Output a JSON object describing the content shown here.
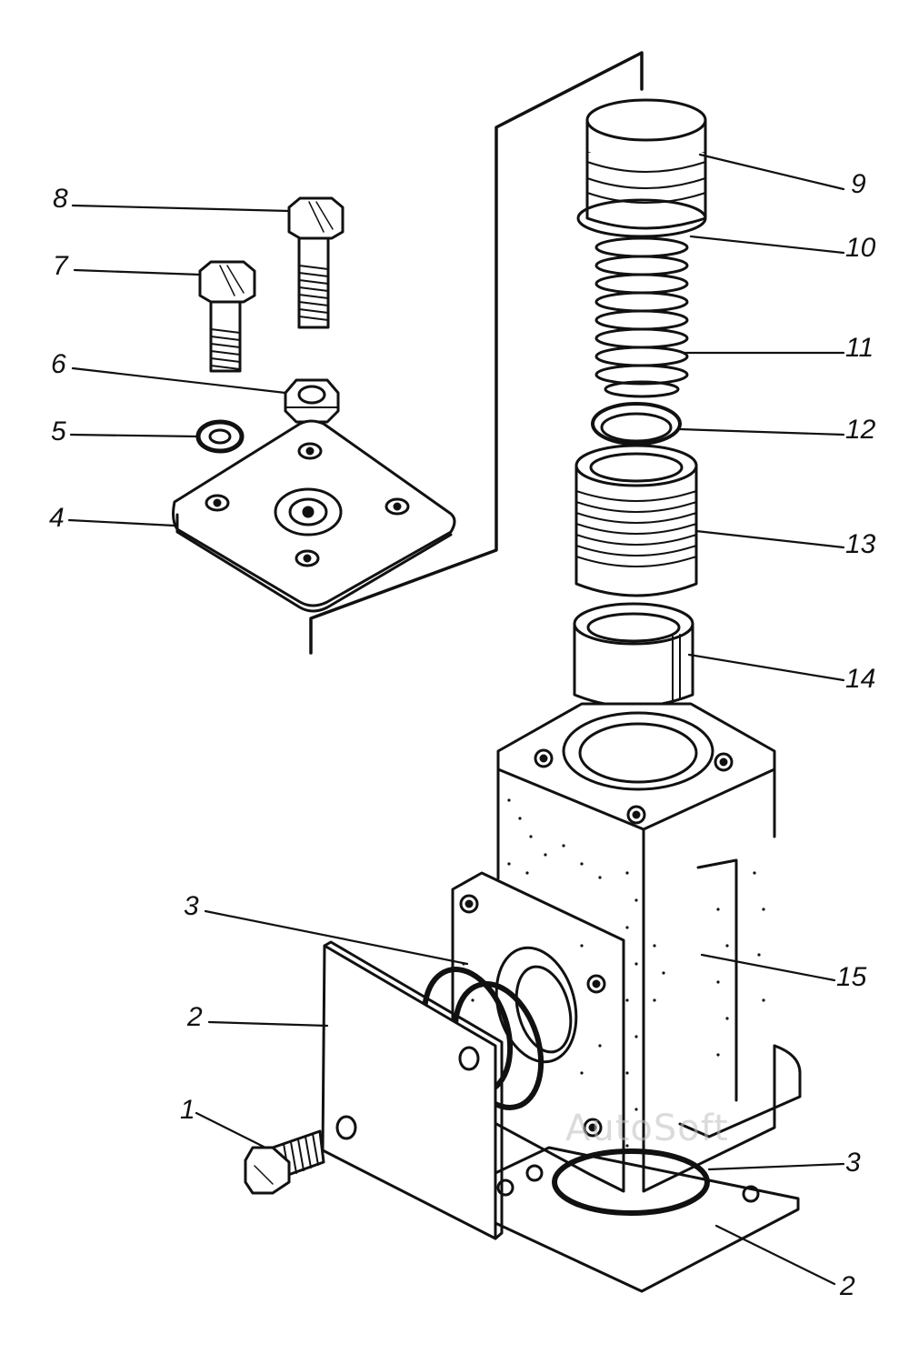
{
  "callouts": {
    "l1": "1",
    "l2a": "2",
    "l2b": "2",
    "l3a": "3",
    "l3b": "3",
    "l4": "4",
    "l5": "5",
    "l6": "6",
    "l7": "7",
    "l8": "8",
    "l9": "9",
    "l10": "10",
    "l11": "11",
    "l12": "12",
    "l13": "13",
    "l14": "14",
    "l15": "15"
  },
  "watermark": "AutoSoft",
  "colors": {
    "ink": "#111111",
    "paper": "#ffffff",
    "watermark": "#bebebe"
  }
}
